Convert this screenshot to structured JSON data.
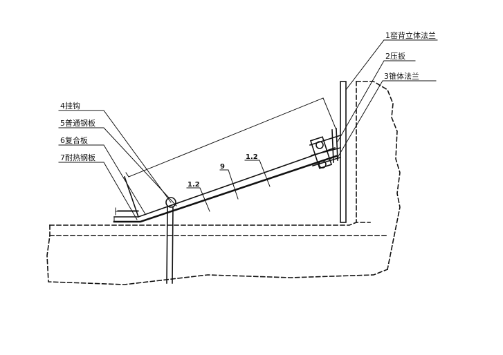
{
  "labels": {
    "l1": "1窑背立体法兰",
    "l2": "2压扳",
    "l3": "3锥体法兰",
    "l4": "4挂钩",
    "l5": "5普通钢板",
    "l6": "6复合板",
    "l7": "7耐热钢板"
  },
  "dimensions": {
    "d1": "1.2",
    "d2": "9",
    "d3": "1.2"
  }
}
